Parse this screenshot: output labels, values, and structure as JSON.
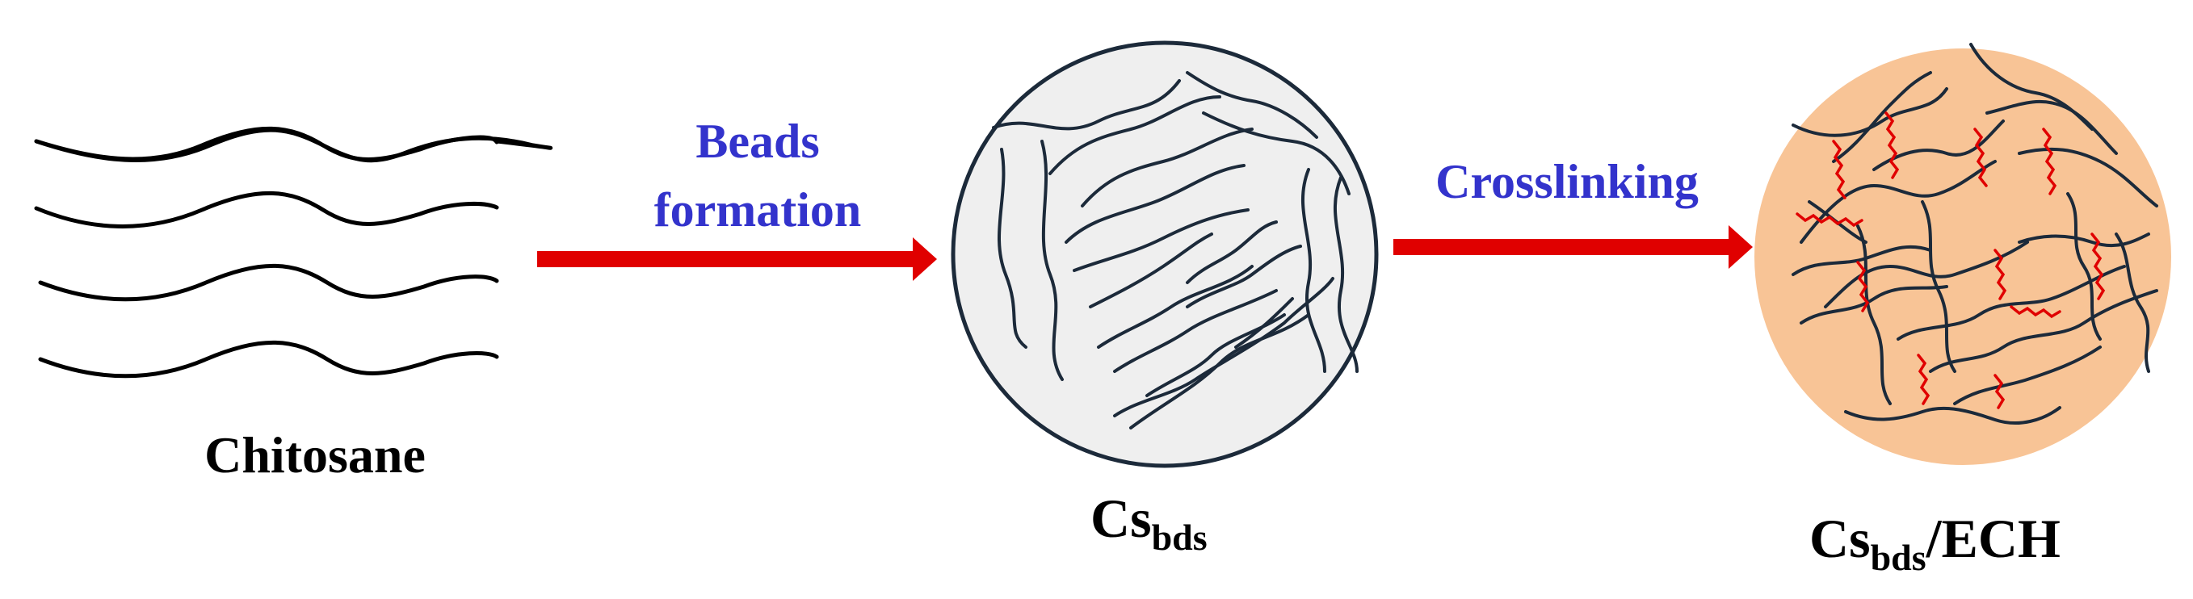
{
  "diagram": {
    "stage1": {
      "label": "Chitosane"
    },
    "step1": {
      "line1": "Beads",
      "line2": "formation",
      "color": "#3333cc",
      "arrow_color": "#e00000"
    },
    "stage2": {
      "label_main": "Cs",
      "label_sub": "bds"
    },
    "step2": {
      "label": "Crosslinking",
      "color": "#3333cc",
      "arrow_color": "#e00000"
    },
    "stage3": {
      "label_main": "Cs",
      "label_sub": "bds",
      "label_suffix": "/ECH"
    },
    "colors": {
      "bead_fill": "#efefef",
      "bead_stroke": "#1c2a3a",
      "crosslinked_fill": "#f8c496",
      "chain_stroke": "#1c2a3a",
      "crosslink_stroke": "#e00000",
      "text": "#000000"
    }
  }
}
